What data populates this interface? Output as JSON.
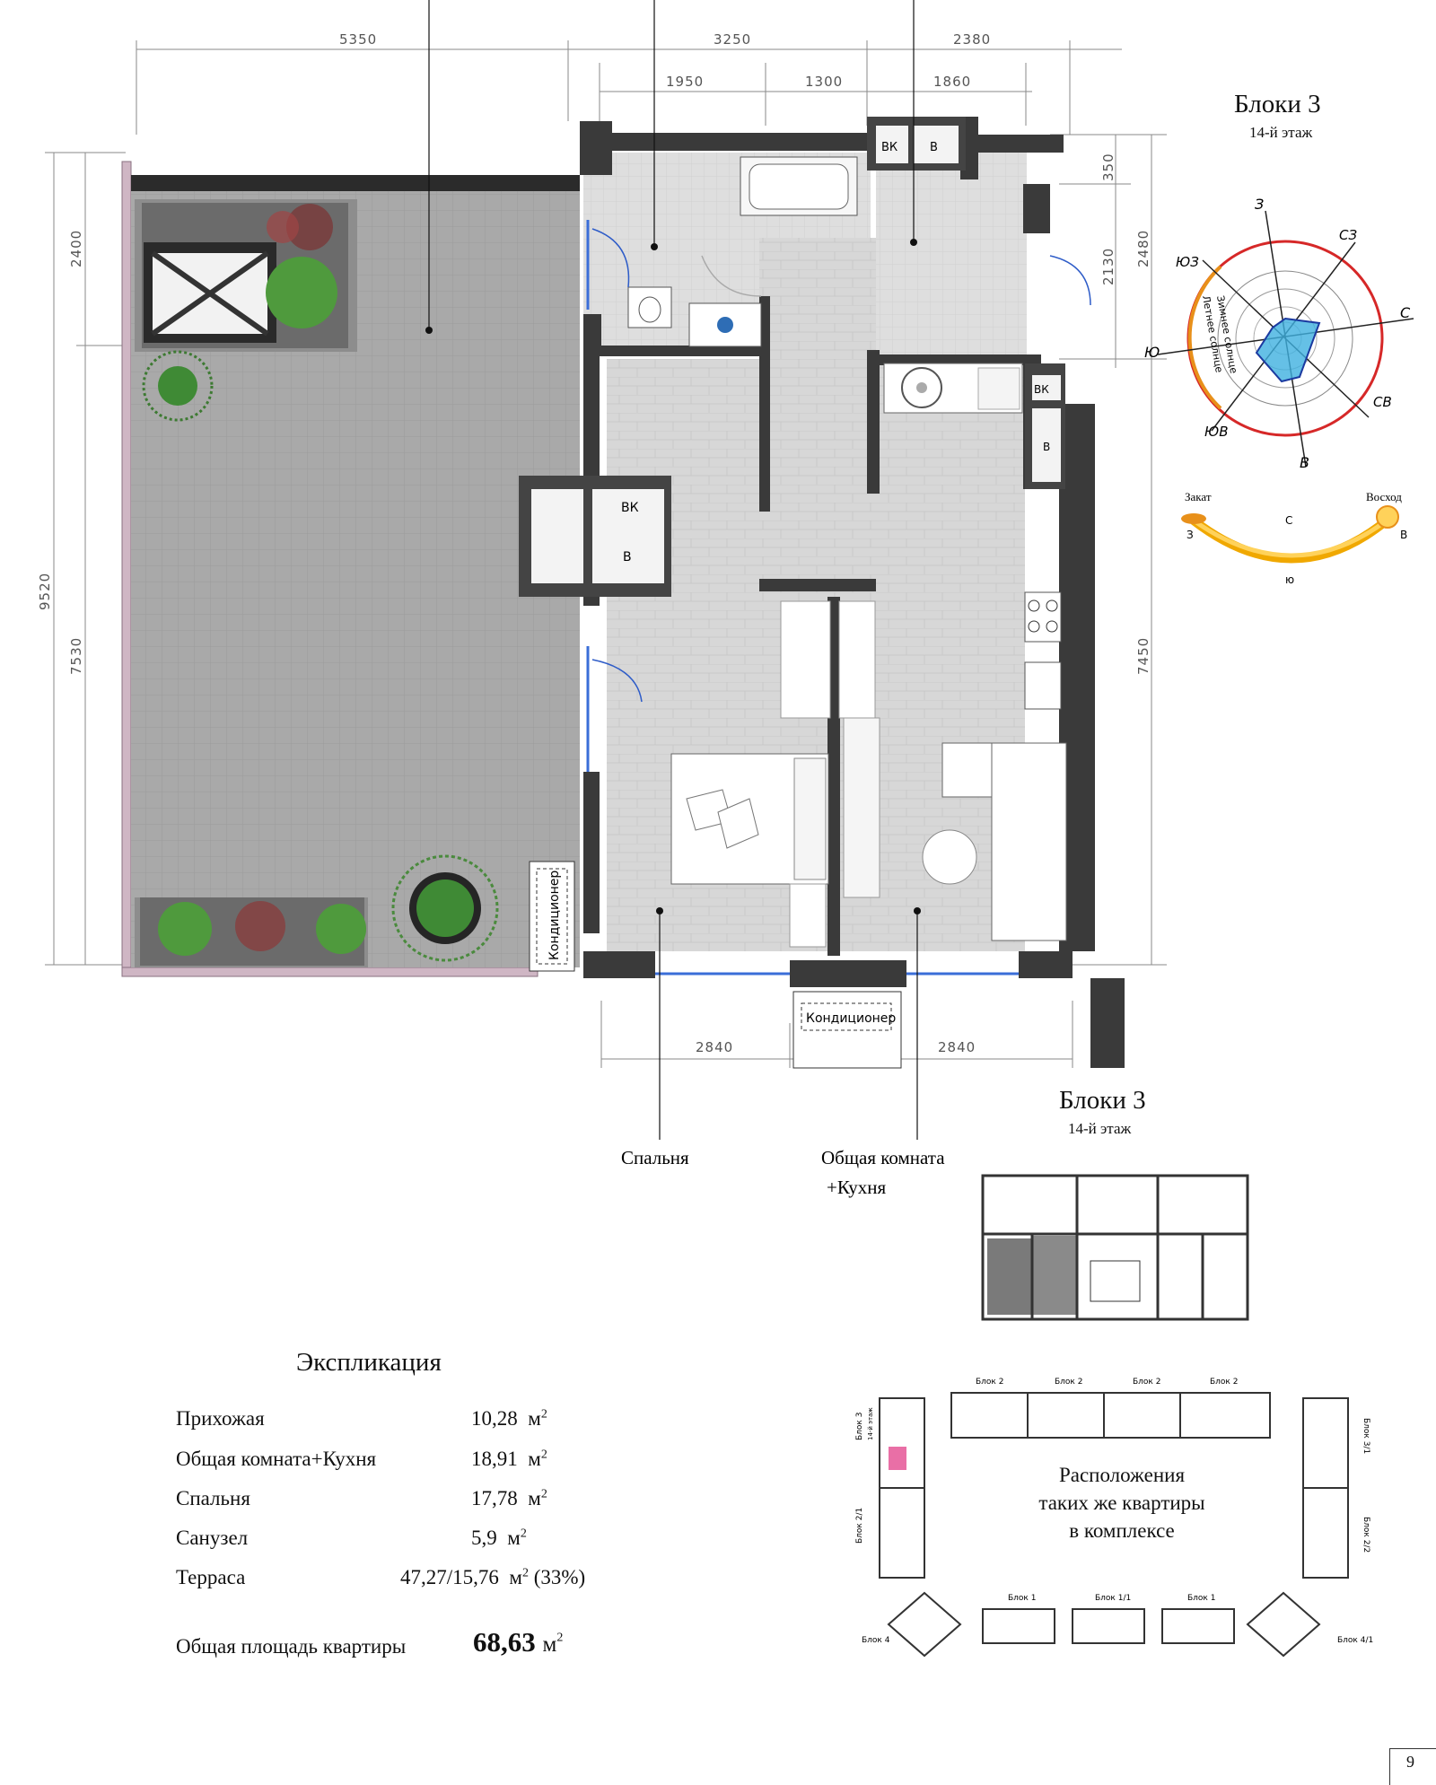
{
  "plan": {
    "dims_top_outer": [
      "5350",
      "3250",
      "2380"
    ],
    "dims_top_inner": [
      "1950",
      "1300",
      "1860"
    ],
    "dims_left": [
      "9520",
      "2400",
      "7530"
    ],
    "dims_right": [
      "350",
      "2130",
      "2480",
      "7450"
    ],
    "dims_bottom": [
      "2840",
      "2840"
    ],
    "conditioner_label": "Кондиционер",
    "shaft_vk": "ВК",
    "shaft_v": "В",
    "room_bedroom": "Спальня",
    "room_living": "Общая комната",
    "room_living_2": "+Кухня"
  },
  "compass": {
    "title": "Блоки 3",
    "floor": "14-й этаж",
    "dirs": {
      "n": "З",
      "ne": "СЗ",
      "e": "С",
      "se": "СВ",
      "s": "В",
      "sw": "ЮВ",
      "w": "Ю",
      "nw": "ЮЗ"
    },
    "ring_summer": "Летнее солнце",
    "ring_winter": "Зимнее солнце"
  },
  "sun": {
    "sunset": "Закат",
    "sunrise": "Восход",
    "w": "З",
    "n": "С",
    "e": "В",
    "s": "ю"
  },
  "keyplan": {
    "title": "Блоки 3",
    "floor": "14-й этаж"
  },
  "explication": {
    "title": "Экспликация",
    "rows": [
      {
        "name": "Прихожая",
        "value": "10,28",
        "unit": "м"
      },
      {
        "name": "Общая комната+Кухня",
        "value": "18,91",
        "unit": "м"
      },
      {
        "name": "Спальня",
        "value": "17,78",
        "unit": "м"
      },
      {
        "name": "Санузел",
        "value": "5,9",
        "unit": "м"
      },
      {
        "name": "Терраса",
        "value": "47,27/15,76",
        "unit": "м",
        "extra": "(33%)"
      }
    ],
    "total_label": "Общая площадь квартиры",
    "total_value": "68,63",
    "total_unit": "м",
    "sq": "2"
  },
  "complex": {
    "caption_1": "Расположения",
    "caption_2": "таких же квартиры",
    "caption_3": "в комплексе",
    "b2": "Блок 2",
    "b1": "Блок 1",
    "b11": "Блок 1/1",
    "b21": "Блок 2/1",
    "b22": "Блок 2/2",
    "b3": "Блок 3",
    "b31": "Блок 3/1",
    "b4": "Блок 4",
    "b41": "Блок 4/1",
    "b3_floor": "14-й этаж"
  },
  "page_number": "9"
}
